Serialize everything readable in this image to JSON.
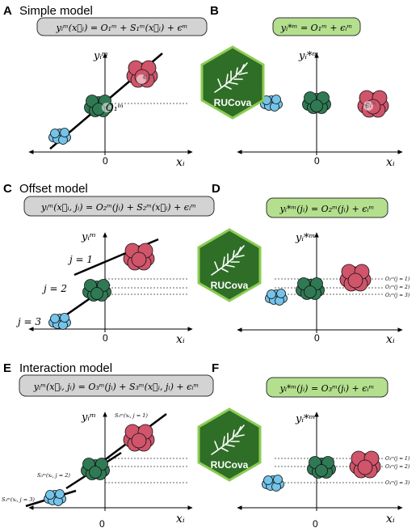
{
  "colors": {
    "blue": "#74c4ea",
    "green": "#2f7a54",
    "red": "#d0546a",
    "grey_box": "#d3d3d3",
    "green_box": "#b4e08e",
    "logo_green": "#2f6e27",
    "logo_border": "#8ccc52"
  },
  "logo": {
    "text": "RUCova"
  },
  "panels": {
    "A": {
      "letter": "A",
      "title": "Simple model",
      "formula": "yᵢᵐ(x⃗ᵢ) = O₁ᵐ + S₁ᵐ(x⃗ᵢ) + ϵᵐ",
      "y_label": "yᵢᵐ",
      "x_label": "xᵢ",
      "zero": "0",
      "annot_epsilon": "ϵᵢᵐ",
      "annot_offset": "O₁ᵐ"
    },
    "B": {
      "letter": "B",
      "formula": "yᵢ*ᵐ = O₁ᵐ + ϵᵢᵐ",
      "y_label": "yᵢ*ᵐ",
      "x_label": "xᵢ",
      "zero": "0",
      "annot_epsilon": "ϵᵢᵐ"
    },
    "C": {
      "letter": "C",
      "title": "Offset model",
      "formula": "yᵢᵐ(x⃗ᵢ, jᵢ) = O₂ᵐ(jᵢ) + S₂ᵐ(x⃗ᵢ) + ϵᵢᵐ",
      "y_label": "yᵢᵐ",
      "x_label": "xᵢ",
      "zero": "0",
      "j_labels": [
        "j = 1",
        "j = 2",
        "j = 3"
      ]
    },
    "D": {
      "letter": "D",
      "formula": "yᵢ*ᵐ(jᵢ) = O₂ᵐ(jᵢ) + ϵᵢᵐ",
      "y_label": "yᵢ*ᵐ",
      "x_label": "xᵢ",
      "zero": "0",
      "o_labels": [
        "O₂ᵐ(j = 1)",
        "O₂ᵐ(j = 2)",
        "O₂ᵐ(j = 3)"
      ]
    },
    "E": {
      "letter": "E",
      "title": "Interaction model",
      "formula": "yᵢᵐ(x⃗ᵢ, jᵢ) = O₃ᵐ(jᵢ) + S₃ᵐ(x⃗ᵢ, jᵢ) + ϵᵢᵐ",
      "y_label": "yᵢᵐ",
      "x_label": "xᵢ",
      "zero": "0",
      "s_labels": [
        "S₃ᵐ(xᵢ, j = 1)",
        "S₃ᵐ(xᵢ, j = 2)",
        "S₃ᵐ(xᵢ, j = 3)"
      ]
    },
    "F": {
      "letter": "F",
      "formula": "yᵢ*ᵐ(jᵢ) = O₃ᵐ(jᵢ) + ϵᵢᵐ",
      "y_label": "yᵢ*ᵐ",
      "x_label": "xᵢ",
      "zero": "0",
      "o_labels": [
        "O₃ᵐ(j = 1)",
        "O₃ᵐ(j = 2)",
        "O₃ᵐ(j = 3)"
      ]
    }
  }
}
